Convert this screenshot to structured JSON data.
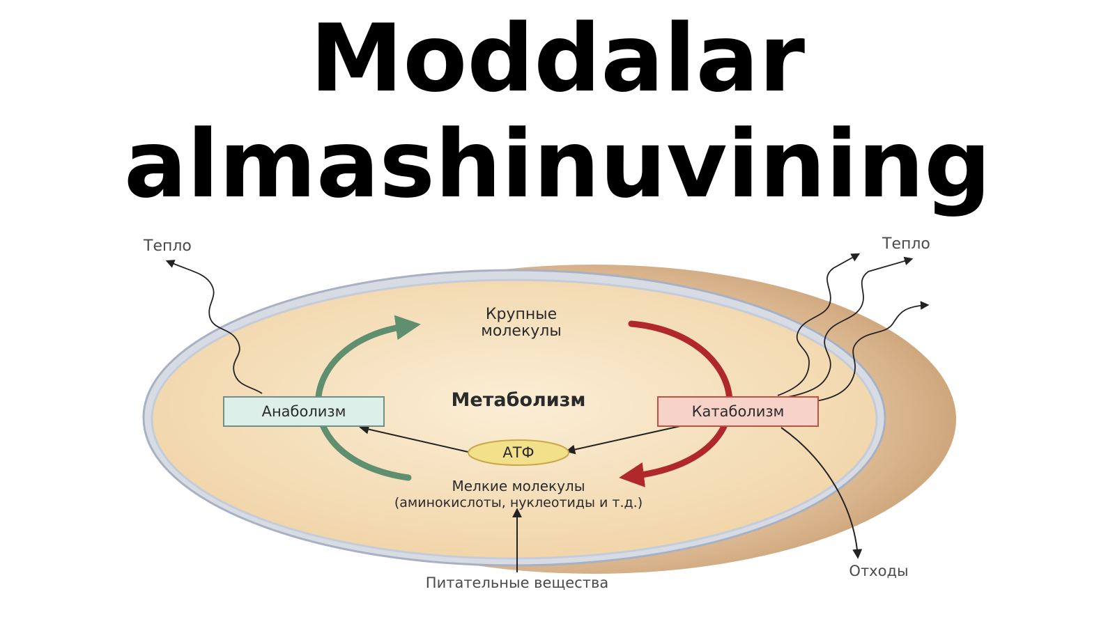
{
  "slide": {
    "title_line1": "Moddalar",
    "title_line2": "almashinuvining"
  },
  "diagram": {
    "heat_left": "Тепло",
    "heat_right": "Тепло",
    "large_molecules_line1": "Крупные",
    "large_molecules_line2": "молекулы",
    "center_label": "Метаболизм",
    "anabolism": "Анаболизм",
    "catabolism": "Катаболизм",
    "atp": "АТФ",
    "small_molecules_line1": "Мелкие молекулы",
    "small_molecules_line2": "(аминокислоты, нуклеотиды и т.д.)",
    "nutrients": "Питательные вещества",
    "waste": "Отходы",
    "colors": {
      "cell_fill": "#f3dcb2",
      "membrane": "#b9c2d2",
      "anabolism_arrow": "#5f8f6e",
      "catabolism_arrow": "#b0282a",
      "anabolism_box": "#dcefe8",
      "catabolism_box": "#f6d2c8",
      "atp_fill": "#f3e08a"
    }
  }
}
